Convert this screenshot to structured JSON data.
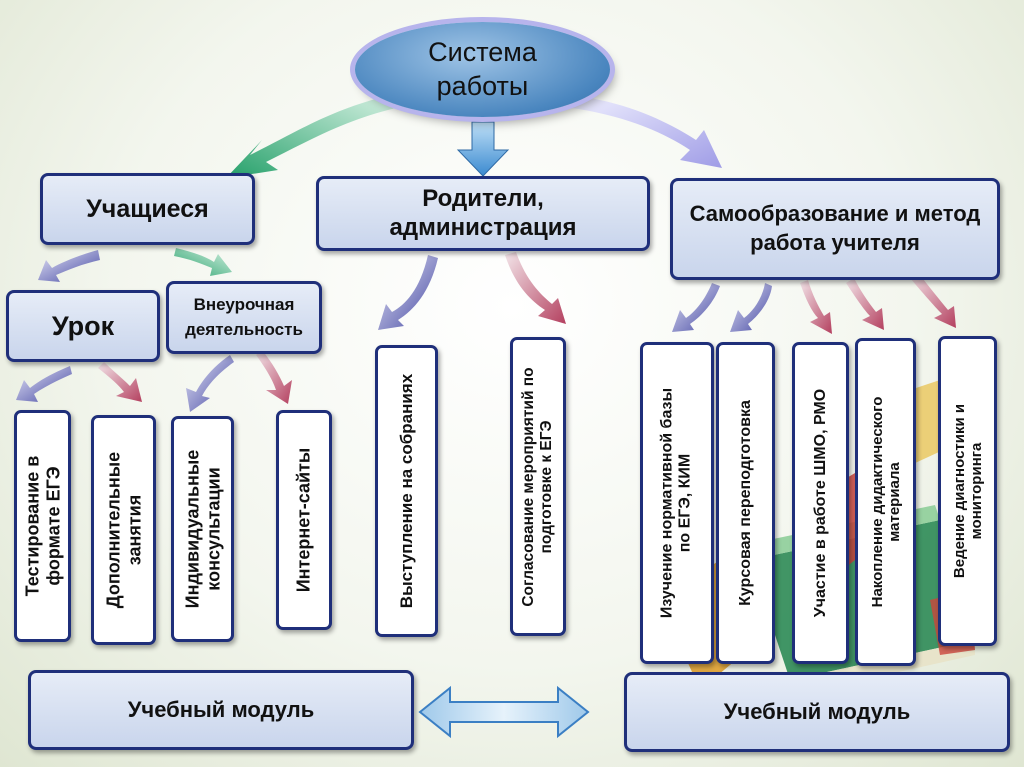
{
  "title": "Система работы",
  "level1": {
    "students": "Учащиеся",
    "parents": "Родители, администрация",
    "self_education": "Самообразование и метод работа учителя"
  },
  "level2": {
    "lesson": "Урок",
    "extracurricular": "Внеурочная деятельность"
  },
  "items": {
    "testing": "Тестирование в формате ЕГЭ",
    "additional": "Дополнительные занятия",
    "individual": "Индивидуальные консультации",
    "internet": "Интернет-сайты",
    "meetings": "Выступление на собраниях",
    "coordination": "Согласование мероприятий по подготовке к ЕГЭ",
    "normative": "Изучение нормативной базы по ЕГЭ, КИМ",
    "courses": "Курсовая переподготовка",
    "shmo": "Участие в работе ШМО, РМО",
    "didactic": "Накопление дидактического материала",
    "diagnostics": "Ведение диагностики и мониторинга"
  },
  "modules": {
    "left": "Учебный модуль",
    "right": "Учебный модуль"
  },
  "colors": {
    "box_border": "#1f2f7a",
    "oval_fill": "#4a86bf",
    "arrow_blue": "#4b4fa8",
    "arrow_pink": "#c9607a",
    "arrow_green": "#3aaa7a"
  }
}
